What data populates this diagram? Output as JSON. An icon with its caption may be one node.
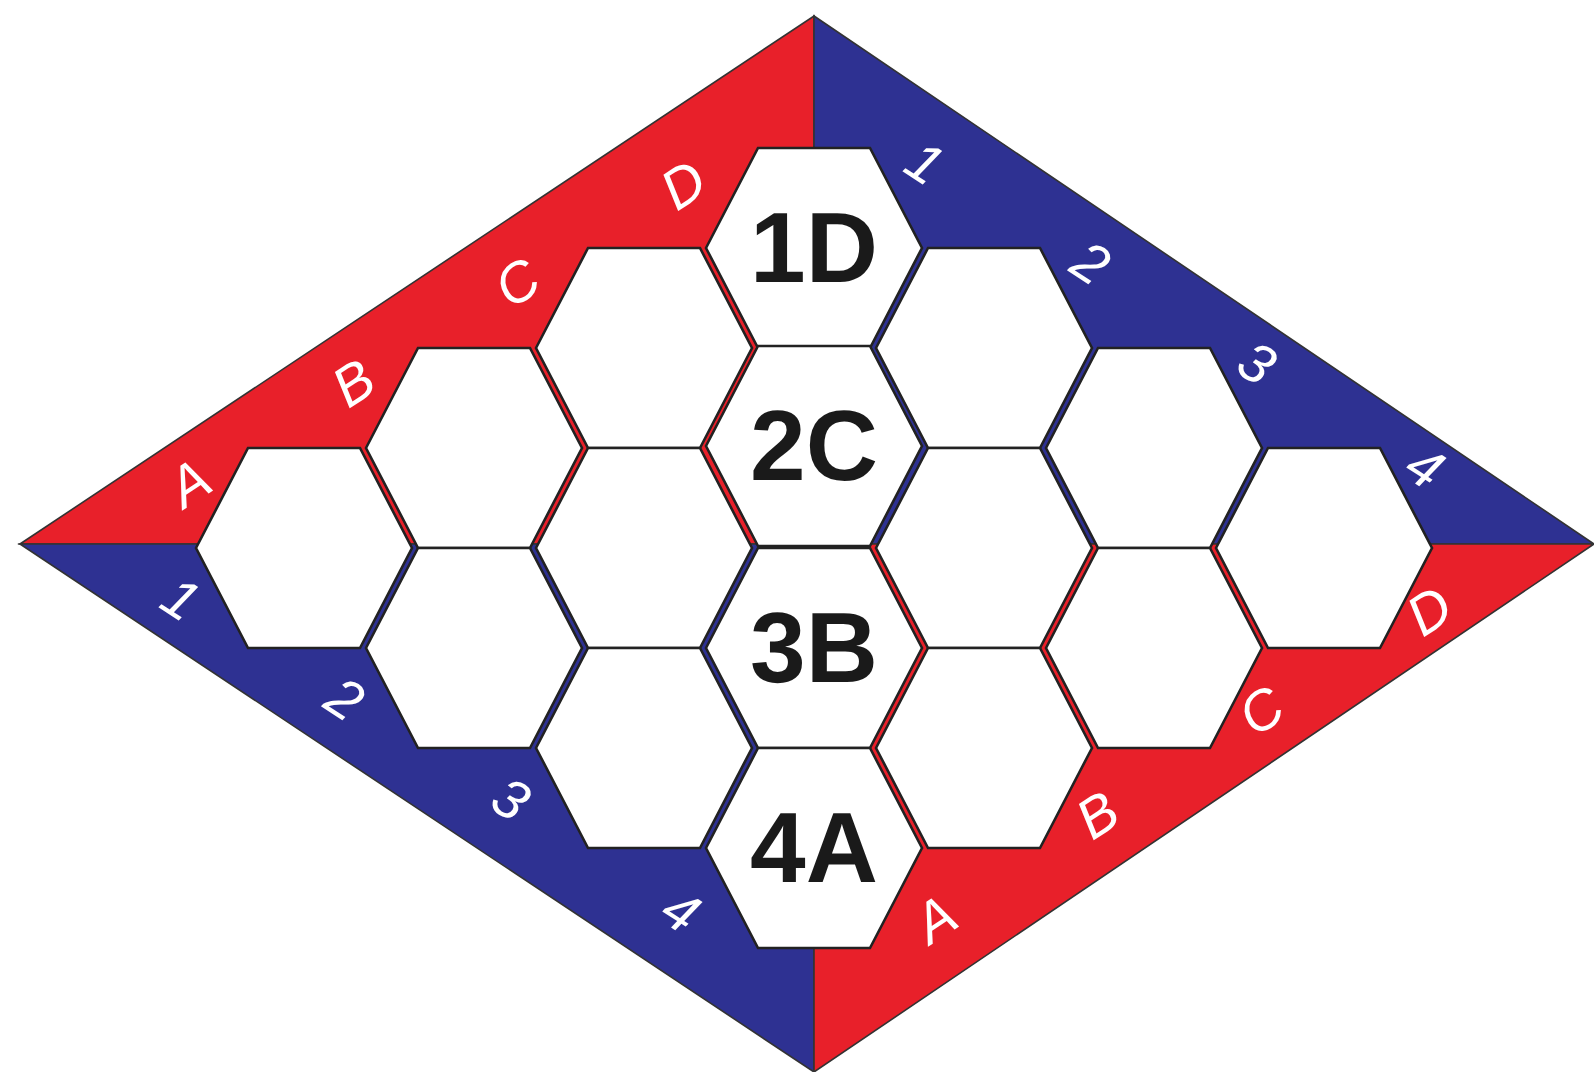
{
  "diagram": {
    "nodes": [
      {
        "text": [
          "1D"
        ]
      },
      {
        "text": [],
        "shape": "hexagon"
      },
      {
        "text": [],
        "shape": "hexagon"
      },
      {
        "text": [],
        "shape": "hexagon"
      },
      {
        "text": [
          "2C"
        ]
      },
      {
        "text": [],
        "shape": "hexagon"
      },
      {
        "text": [],
        "shape": "hexagon"
      },
      {
        "text": [],
        "shape": "hexagon"
      },
      {
        "text": [],
        "shape": "hexagon"
      },
      {
        "text": [],
        "shape": "hexagon"
      },
      {
        "text": [],
        "shape": "hexagon"
      },
      {
        "text": [
          "3B"
        ]
      },
      {
        "text": [],
        "shape": "hexagon"
      },
      {
        "text": [],
        "shape": "hexagon"
      },
      {
        "text": [],
        "shape": "hexagon"
      },
      {
        "text": [
          "4A"
        ]
      }
    ],
    "labels": [
      "A",
      "B",
      "C",
      "D",
      "1",
      "2",
      "3",
      "4",
      "1",
      "2",
      "3",
      "4",
      "A",
      "B",
      "C",
      "D"
    ]
  }
}
